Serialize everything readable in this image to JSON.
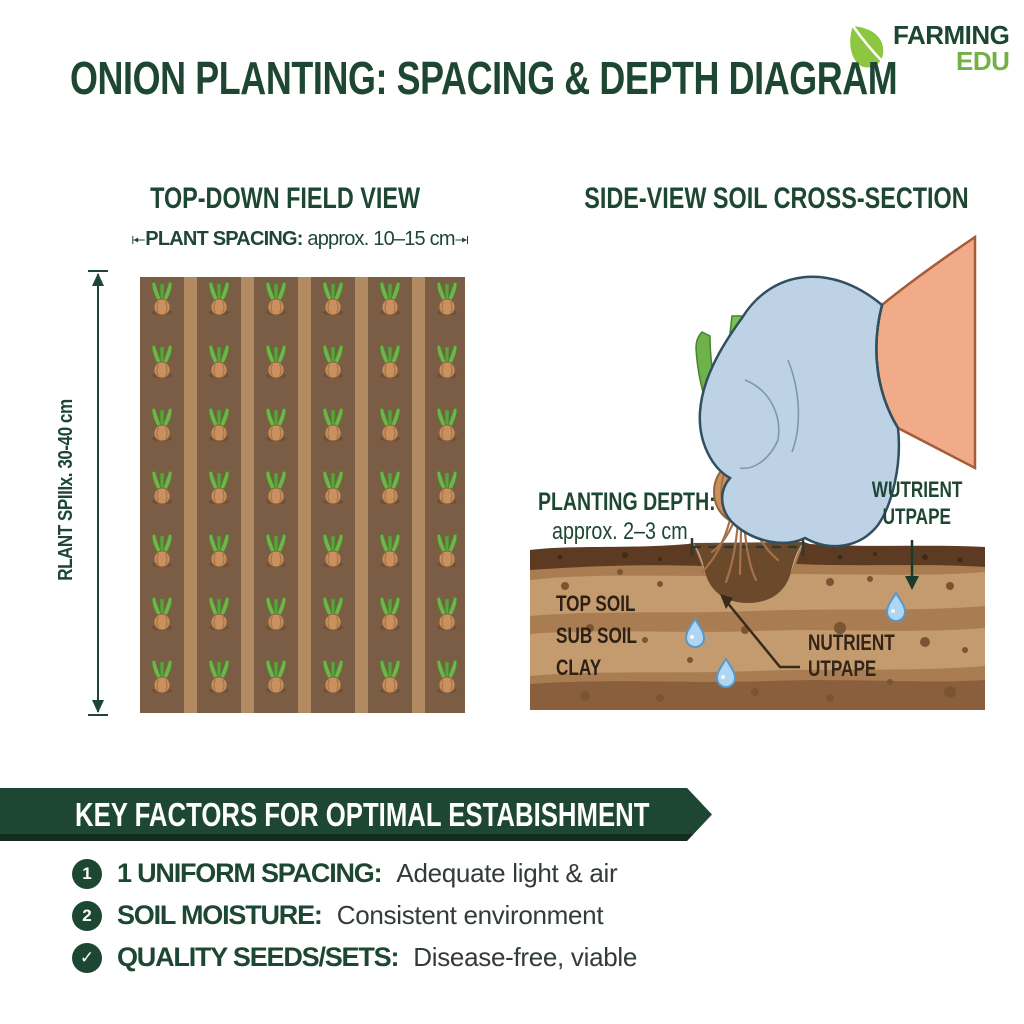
{
  "title": "ONION PLANTING: SPACING & DEPTH DIAGRAM",
  "logo": {
    "name_top": "FARMING",
    "name_bottom": "EDU"
  },
  "field_view": {
    "heading": "TOP-DOWN FIELD VIEW",
    "plant_spacing_label": "PLANT SPACING:",
    "plant_spacing_value": "approx. 10–15 cm",
    "row_spacing_label": "RLANT SPIIIx. 30-40 cm",
    "columns": 6,
    "plants_per_column": 7,
    "colors": {
      "bed": "#7b5d45",
      "path": "#b28a61"
    }
  },
  "cross_section": {
    "heading": "SIDE-VIEW SOIL CROSS-SECTION",
    "planting_depth_label": "PLANTING DEPTH:",
    "planting_depth_value": "approx. 2–3 cm",
    "nutrient_callout": {
      "line1": "WUTRIENT",
      "line2": "UTPAPE"
    },
    "soil_layers": [
      "TOP SOIL",
      "SUB SOIL",
      "CLAY"
    ],
    "nutrient_inner": {
      "line1": "NUTRIENT",
      "line2": "UTPAPE"
    }
  },
  "key_factors": {
    "banner": "KEY FACTORS FOR OPTIMAL ESTABISHMENT",
    "items": [
      {
        "badge": "1",
        "label": "1 UNIFORM SPACING:",
        "text": "Adequate light & air"
      },
      {
        "badge": "2",
        "label": "SOIL MOISTURE:",
        "text": "Consistent environment"
      },
      {
        "badge": "✓",
        "label": "QUALITY SEEDS/SETS:",
        "text": "Disease-free, viable"
      }
    ]
  },
  "colors": {
    "accent_green": "#1d4733",
    "leaf_green": "#8dc63f",
    "soil_dark": "#5d3b23"
  }
}
